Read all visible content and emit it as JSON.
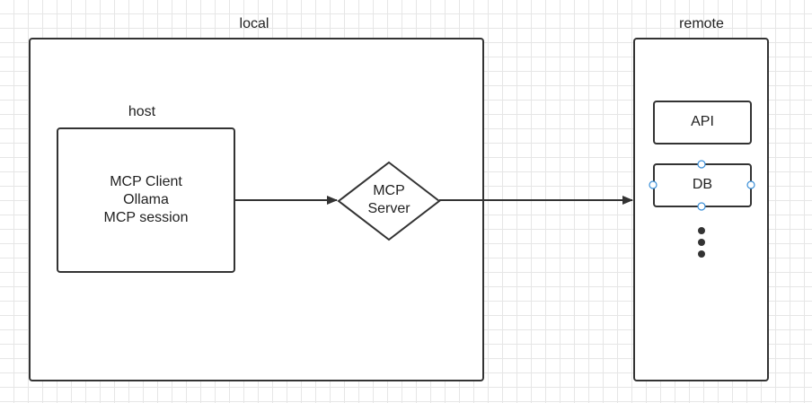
{
  "labels": {
    "local": "local",
    "remote": "remote",
    "host": "host",
    "host_lines": [
      "MCP Client",
      "Ollama",
      "MCP session"
    ],
    "server_lines": [
      "MCP",
      "Server"
    ],
    "api": "API",
    "db": "DB"
  },
  "colors": {
    "stroke": "#333333",
    "grid": "#e6e6e6",
    "handle": "#3a8fd8",
    "text": "#222222"
  }
}
